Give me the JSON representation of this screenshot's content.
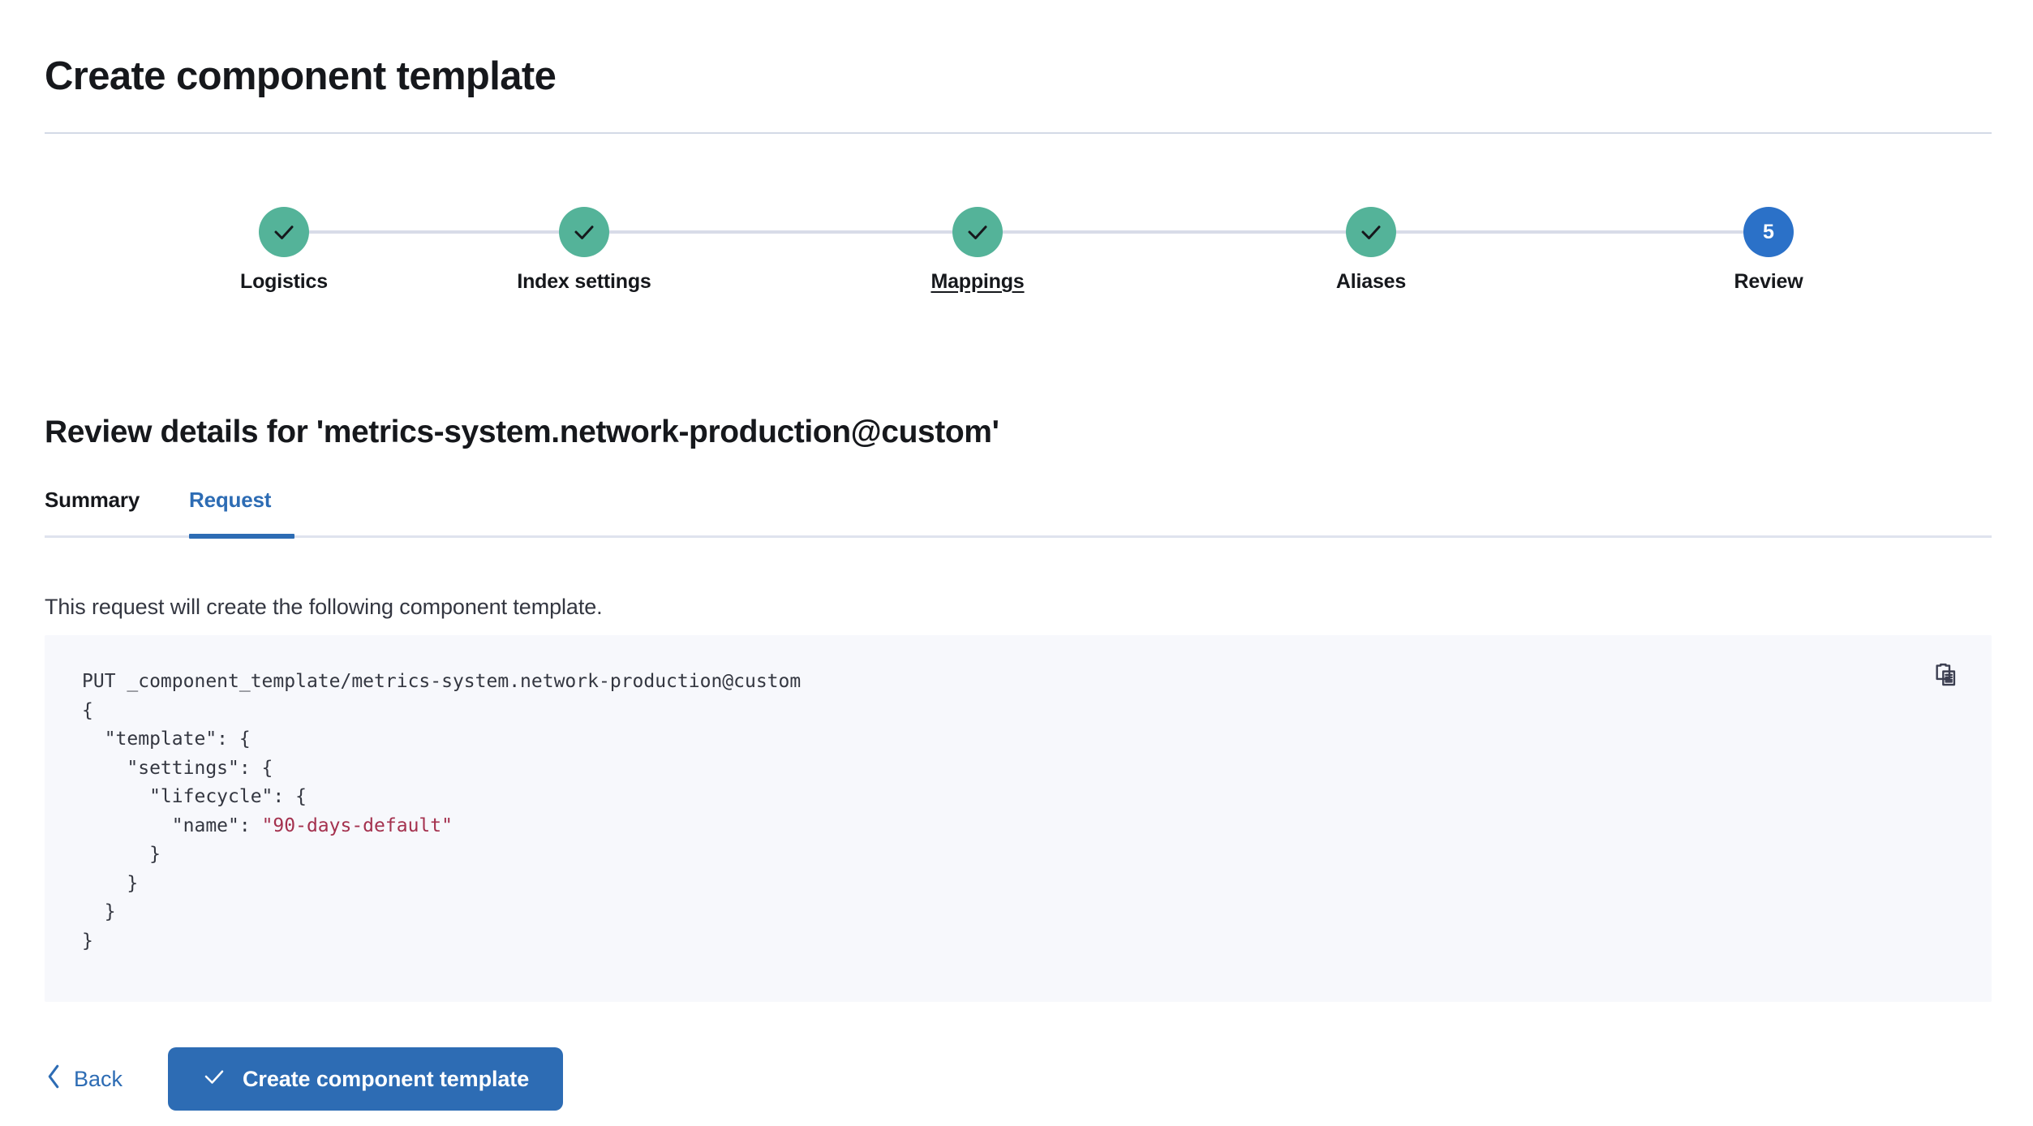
{
  "page": {
    "title": "Create component template"
  },
  "stepper": {
    "steps": [
      {
        "label": "Logistics",
        "state": "complete",
        "icon": "check-icon",
        "number": "1"
      },
      {
        "label": "Index settings",
        "state": "complete",
        "icon": "check-icon",
        "number": "2"
      },
      {
        "label": "Mappings",
        "state": "complete",
        "icon": "check-icon",
        "number": "3",
        "hovered": true
      },
      {
        "label": "Aliases",
        "state": "complete",
        "icon": "check-icon",
        "number": "4"
      },
      {
        "label": "Review",
        "state": "current",
        "icon": "",
        "number": "5"
      }
    ],
    "colors": {
      "complete": "#54b399",
      "current": "#2b71c8",
      "connector": "#d8dce8"
    }
  },
  "review": {
    "heading": "Review details for 'metrics-system.network-production@custom'",
    "tabs": [
      {
        "label": "Summary",
        "active": false
      },
      {
        "label": "Request",
        "active": true
      }
    ],
    "description": "This request will create the following component template.",
    "accent_color": "#2d6cb4"
  },
  "request": {
    "copy_icon": "copy-clipboard-icon",
    "code": {
      "method_line": "PUT _component_template/metrics-system.network-production@custom",
      "lines": [
        {
          "text": "{"
        },
        {
          "text": "  \"template\": {"
        },
        {
          "text": "    \"settings\": {"
        },
        {
          "text": "      \"lifecycle\": {"
        },
        {
          "text": "        \"name\": ",
          "string": "\"90-days-default\""
        },
        {
          "text": "      }"
        },
        {
          "text": "    }"
        },
        {
          "text": "  }"
        },
        {
          "text": "}"
        }
      ],
      "string_color": "#a4314e"
    }
  },
  "footer": {
    "back_label": "Back",
    "back_icon": "chevron-left-icon",
    "submit_label": "Create component template",
    "submit_icon": "check-icon"
  }
}
